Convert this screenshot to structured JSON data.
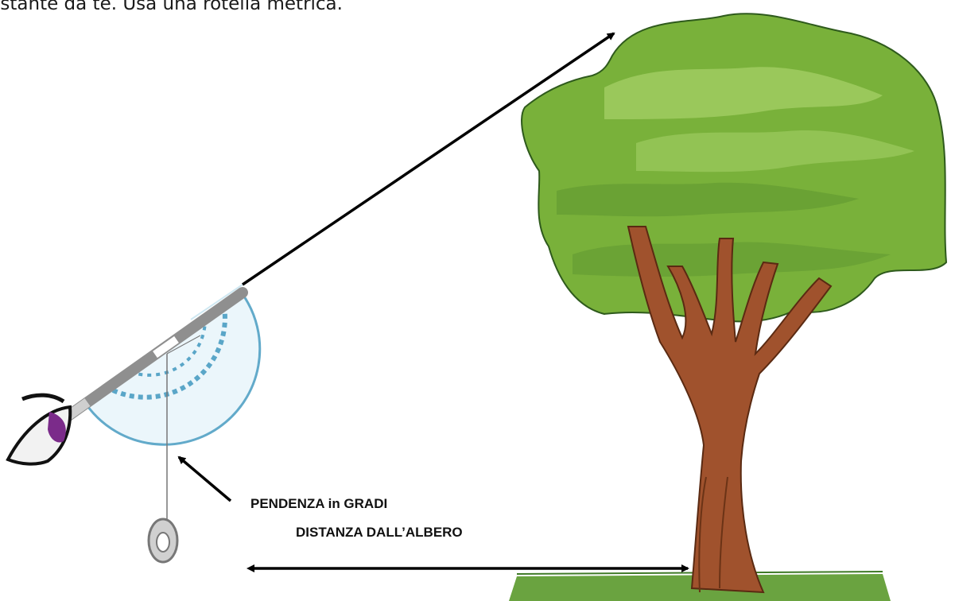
{
  "intro_text": "istante da te. Usa una rotella metrica.",
  "labels": {
    "slope": "PENDENZA  in GRADI",
    "distance": "DISTANZA DALL’ALBERO"
  },
  "colors": {
    "foliage": "#79b13a",
    "foliage_light": "#a8d16a",
    "trunk": "#a0522d",
    "protractor": "#5aa6c8",
    "grass": "#6aa340",
    "arrow": "#000000"
  }
}
